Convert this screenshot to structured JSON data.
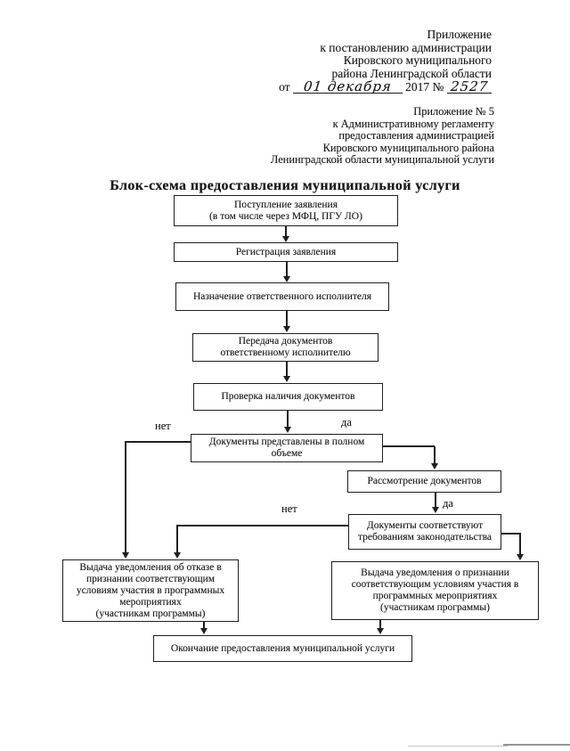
{
  "document": {
    "header_block1": {
      "lines": [
        "Приложение",
        "к постановлению администрации",
        "Кировского муниципального",
        "района Ленинградской области"
      ],
      "date_prefix": "от",
      "handwritten_date": "01 декабря",
      "date_middle": "2017 №",
      "handwritten_number": "2527"
    },
    "header_block2": {
      "lines": [
        "Приложение № 5",
        "к Административному регламенту",
        "предоставления администрацией",
        "Кировского муниципального района",
        "Ленинградской области муниципальной услуги"
      ]
    },
    "title": "Блок-схема предоставления муниципальной услуги"
  },
  "flowchart": {
    "boxes": {
      "b1": "Поступление заявления\n(в том числе через МФЦ, ПГУ ЛО)",
      "b2": "Регистрация заявления",
      "b3": "Назначение ответственного исполнителя",
      "b4": "Передача документов\nответственному исполнителю",
      "b5": "Проверка наличия документов",
      "b6": "Документы представлены в полном\nобъеме",
      "b7": "Рассмотрение  документов",
      "b8": "Документы соответствуют\nтребованиям законодательства",
      "b9": "Выдача уведомления об отказе в\nпризнании соответствующим\nусловиям участия в программных\nмероприятиях\n(участникам программы)",
      "b10": "Выдача уведомления о признании\nсоответствующим условиям участия в\nпрограммных мероприятиях\n(участникам программы)",
      "b11": "Окончание предоставления муниципальной услуги"
    },
    "branch_labels": {
      "b6_no": "нет",
      "b6_yes": "да",
      "b8_no": "нет",
      "b8_yes": "да"
    }
  },
  "colors": {
    "ink": "#1f1f1f",
    "paper": "#ffffff"
  }
}
